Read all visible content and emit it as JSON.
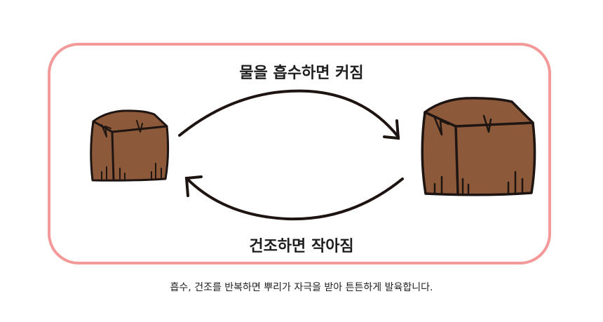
{
  "diagram": {
    "top_label": "물을 흡수하면 커짐",
    "bottom_label": "건조하면 작아짐",
    "caption": "흡수, 건조를 반복하면 뿌리가 자극을 받아 튼튼하게 발육합니다.",
    "colors": {
      "frame": "#f4999a",
      "cube": "#8c5a3a",
      "outline": "#1e1512"
    }
  }
}
